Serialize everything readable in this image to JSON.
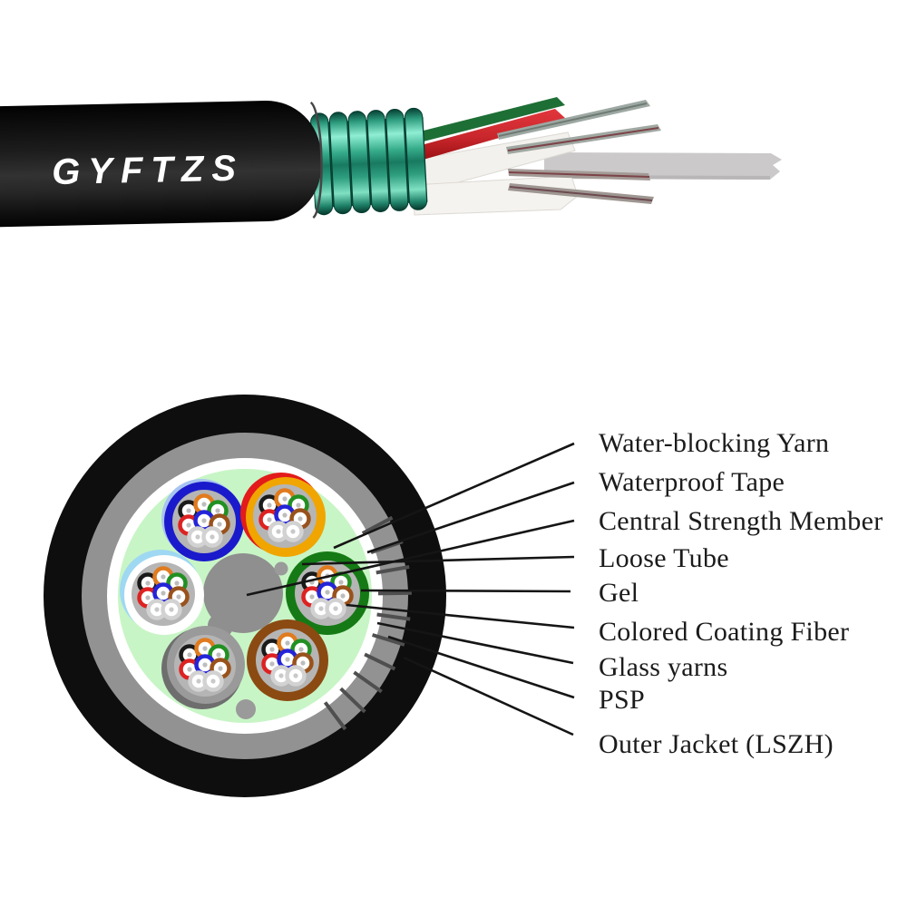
{
  "cable_photo": {
    "model_label": "GYFTZS",
    "jacket_color": "#141414",
    "armor_color": "#2fae92",
    "red_tube_color": "#c8272c",
    "green_tube_color": "#1e6f35",
    "strength_member_color": "#cbc9ca"
  },
  "cross_section": {
    "labels": [
      "Water-blocking Yarn",
      "Waterproof Tape",
      "Central Strength Member",
      "Loose Tube",
      "Gel",
      "Colored Coating Fiber",
      "Glass yarns",
      "PSP",
      "Outer Jacket (LSZH)"
    ],
    "layer_colors": {
      "outer_jacket": "#0e0e0e",
      "psp_ring": "#929292",
      "waterproof_tape": "#ffffff",
      "water_blocking_fill": "#c8f5c6",
      "central_member": "#8f8f8f",
      "gel": "#b5b5b5"
    },
    "tube_ring_colors": [
      "#1a1acc",
      "#f0a500",
      "#ffffff",
      "#157a15",
      "#8f8f8f",
      "#8b4a12"
    ],
    "tube_accent_colors": {
      "orange_tube_red_arc": "#e31b1b",
      "white_tube_blue_arc": "#9fd8f2",
      "gray_tube_dark_arc": "#6e6e6e",
      "blue_tube_light_arc": "#a8c4f0"
    },
    "fiber_ring_colors": [
      "#1a1a1a",
      "#e07b1e",
      "#229022",
      "#dd2222",
      "#2424d8",
      "#99521c",
      "#d2d2d2",
      "#d2d2d2"
    ],
    "pointer_line_color": "#151515"
  }
}
